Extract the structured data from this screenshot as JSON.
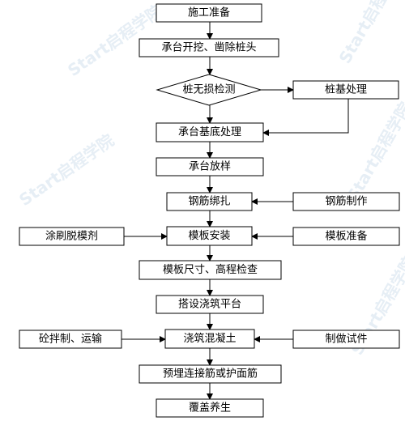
{
  "main_flow": {
    "prep": "施工准备",
    "excavate": "承台开挖、凿除桩头",
    "pile_test": "桩无损检测",
    "base_treat": "承台基底处理",
    "layout": "承台放样",
    "rebar_bind": "钢筋绑扎",
    "formwork_install": "模板安装",
    "formwork_check": "模板尺寸、高程检查",
    "platform": "搭设浇筑平台",
    "pour": "浇筑混凝土",
    "embed": "预埋连接筋或护面筋",
    "cure": "覆盖养生"
  },
  "side_boxes": {
    "pile_base_treat": "桩基处理",
    "rebar_make": "钢筋制作",
    "release_agent": "涂刷脱模剂",
    "formwork_prep": "模板准备",
    "concrete_mix": "砼拌制、运输",
    "test_block": "制做试件"
  },
  "watermark": "Start启程学院"
}
